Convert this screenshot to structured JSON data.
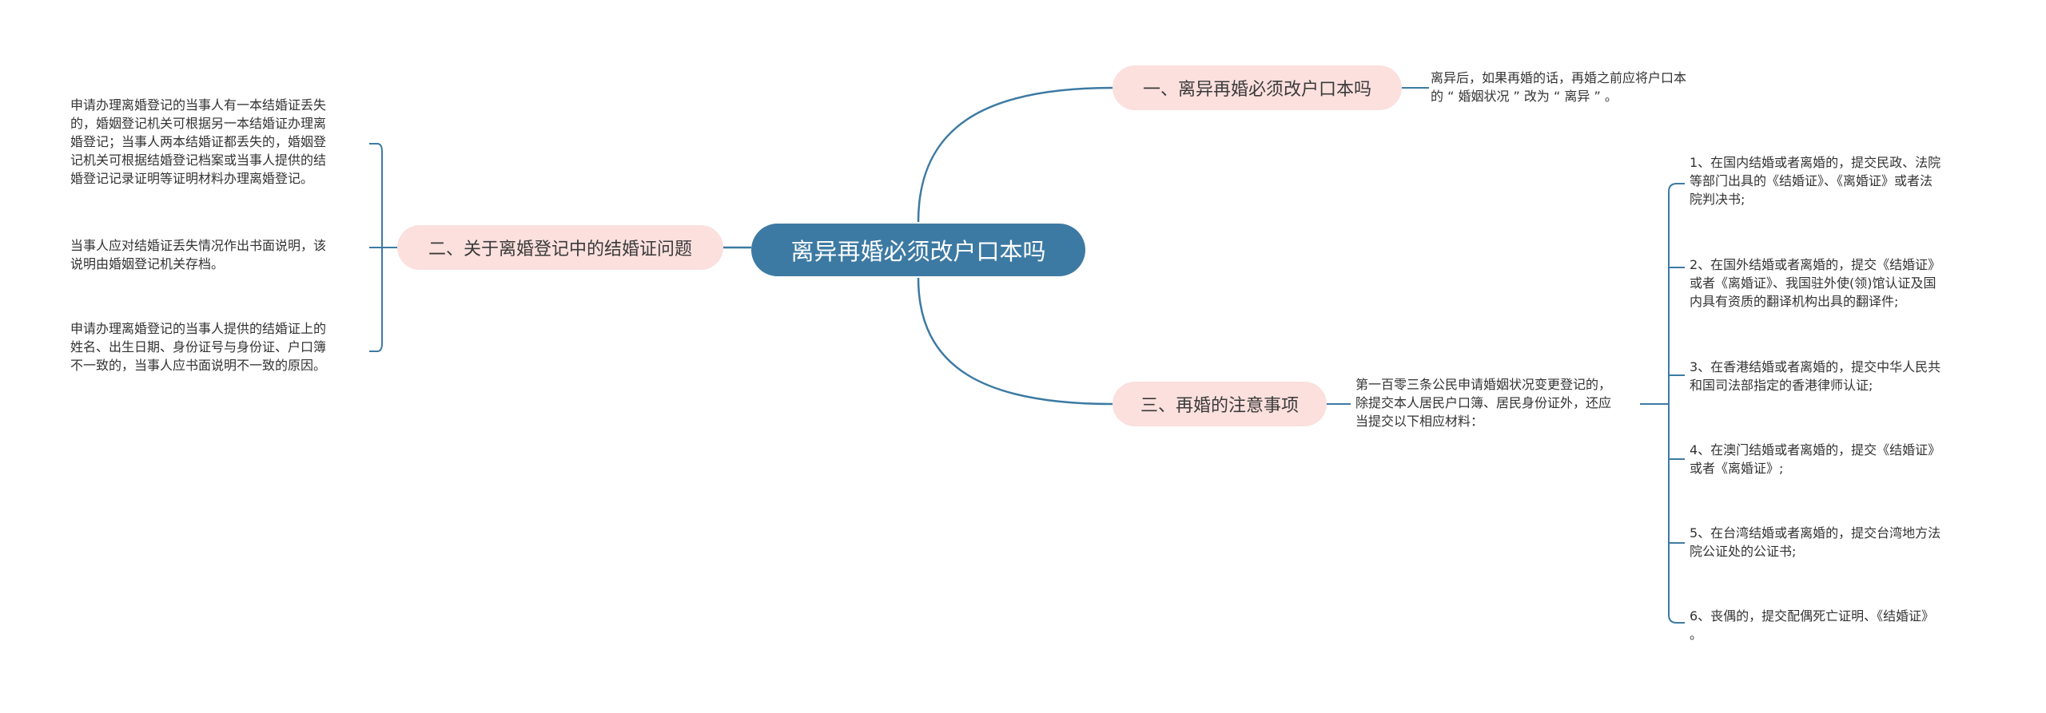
{
  "root": {
    "label": "离异再婚必须改户口本吗"
  },
  "branches": [
    {
      "label": "一、离异再婚必须改户口本吗",
      "details": [
        "离异后，如果再婚的话，再婚之前应将户口本\n的 “ 婚姻状况 ” 改为 “ 离异 ” 。"
      ]
    },
    {
      "label": "二、关于离婚登记中的结婚证问题",
      "details": [
        "申请办理离婚登记的当事人有一本结婚证丢失\n的，婚姻登记机关可根据另一本结婚证办理离\n婚登记；当事人两本结婚证都丢失的，婚姻登\n记机关可根据结婚登记档案或当事人提供的结\n婚登记记录证明等证明材料办理离婚登记。",
        "当事人应对结婚证丢失情况作出书面说明，该\n说明由婚姻登记机关存档。",
        "申请办理离婚登记的当事人提供的结婚证上的\n姓名、出生日期、身份证号与身份证、户口簿\n不一致的，当事人应书面说明不一致的原因。"
      ]
    },
    {
      "label": "三、再婚的注意事项",
      "intro": "第一百零三条公民申请婚姻状况变更登记的，\n除提交本人居民户口簿、居民身份证外，还应\n当提交以下相应材料：",
      "items": [
        "1、在国内结婚或者离婚的，提交民政、法院\n等部门出具的《结婚证》、《离婚证》或者法\n院判决书;",
        "2、在国外结婚或者离婚的，提交《结婚证》\n或者《离婚证》、我国驻外使(领)馆认证及国\n内具有资质的翻译机构出具的翻译件;",
        "3、在香港结婚或者离婚的，提交中华人民共\n和国司法部指定的香港律师认证;",
        "4、在澳门结婚或者离婚的，提交《结婚证》\n或者《离婚证》;",
        "5、在台湾结婚或者离婚的，提交台湾地方法\n院公证处的公证书;",
        "6、丧偶的，提交配偶死亡证明、《结婚证》\n。"
      ]
    }
  ],
  "colors": {
    "root": "#3d7aa3",
    "branch": "#fbe0de",
    "line": "#3d7aa3"
  }
}
